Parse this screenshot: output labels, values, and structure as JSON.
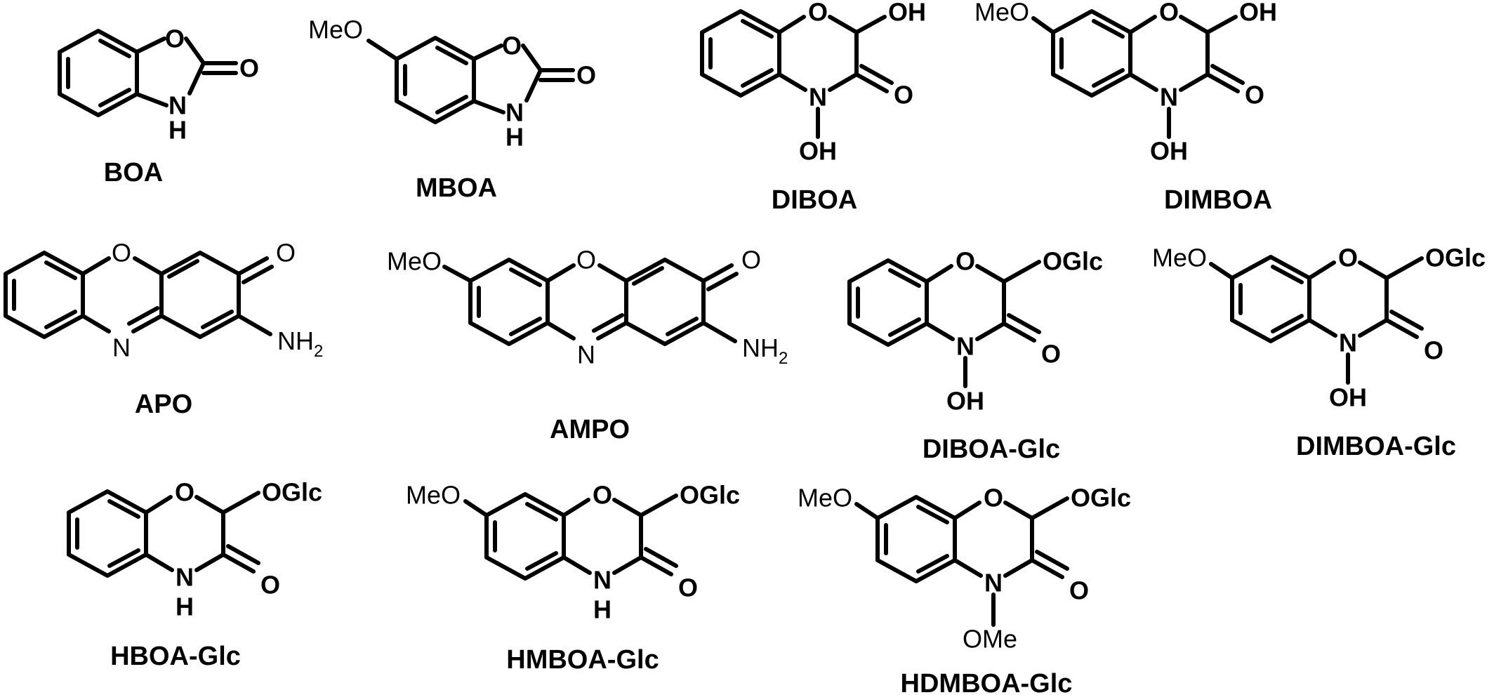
{
  "figure": {
    "colors": {
      "ink": "#000000",
      "background": "#ffffff"
    },
    "compounds": [
      {
        "id": "boa",
        "name": "BOA",
        "atoms": {
          "o_ring": "O",
          "o_carbonyl": "O",
          "nh_n": "N",
          "nh_h": "H"
        }
      },
      {
        "id": "mboa",
        "name": "MBOA",
        "atoms": {
          "meo": "MeO",
          "o_ring": "O",
          "o_carbonyl": "O",
          "nh_n": "N",
          "nh_h": "H"
        }
      },
      {
        "id": "diboa",
        "name": "DIBOA",
        "atoms": {
          "o_ring": "O",
          "oh_top": "OH",
          "o_carbonyl": "O",
          "n": "N",
          "oh_n": "OH"
        }
      },
      {
        "id": "dimboa",
        "name": "DIMBOA",
        "atoms": {
          "meo": "MeO",
          "o_ring": "O",
          "oh_top": "OH",
          "o_carbonyl": "O",
          "n": "N",
          "oh_n": "OH"
        }
      },
      {
        "id": "apo",
        "name": "APO",
        "atoms": {
          "o_ring": "O",
          "o_carbonyl": "O",
          "n_ring": "N",
          "nh2_main": "NH",
          "nh2_sub": "2"
        }
      },
      {
        "id": "ampo",
        "name": "AMPO",
        "atoms": {
          "meo": "MeO",
          "o_ring": "O",
          "o_carbonyl": "O",
          "n_ring": "N",
          "nh2_main": "NH",
          "nh2_sub": "2"
        }
      },
      {
        "id": "diboa_glc",
        "name": "DIBOA-Glc",
        "atoms": {
          "o_ring": "O",
          "oglc": "OGlc",
          "o_carbonyl": "O",
          "n": "N",
          "oh_n": "OH"
        }
      },
      {
        "id": "dimboa_glc",
        "name": "DIMBOA-Glc",
        "atoms": {
          "meo": "MeO",
          "o_ring": "O",
          "oglc": "OGlc",
          "o_carbonyl": "O",
          "n": "N",
          "oh_n": "OH"
        }
      },
      {
        "id": "hboa_glc",
        "name": "HBOA-Glc",
        "atoms": {
          "o_ring": "O",
          "oglc": "OGlc",
          "o_carbonyl": "O",
          "nh_n": "N",
          "nh_h": "H"
        }
      },
      {
        "id": "hmboa_glc",
        "name": "HMBOA-Glc",
        "atoms": {
          "meo": "MeO",
          "o_ring": "O",
          "oglc": "OGlc",
          "o_carbonyl": "O",
          "nh_n": "N",
          "nh_h": "H"
        }
      },
      {
        "id": "hdmboa_glc",
        "name": "HDMBOA-Glc",
        "atoms": {
          "meo": "MeO",
          "o_ring": "O",
          "oglc": "OGlc",
          "o_carbonyl": "O",
          "n": "N",
          "ome_n": "OMe"
        }
      }
    ]
  }
}
